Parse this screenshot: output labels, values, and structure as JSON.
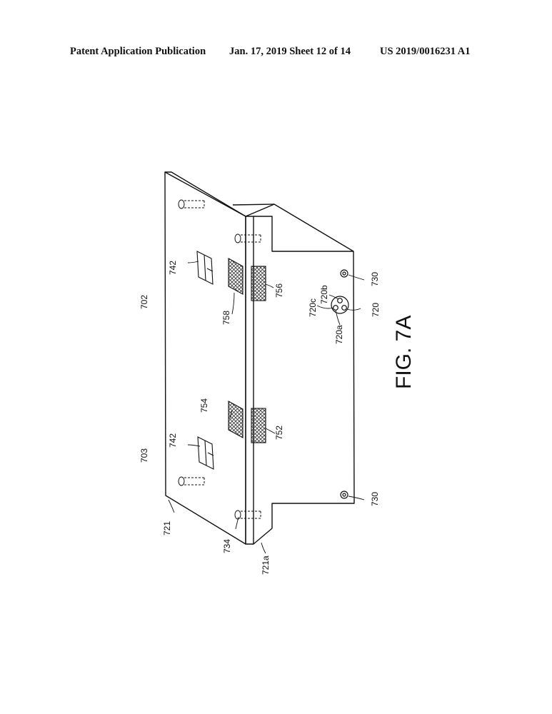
{
  "header": {
    "publication": "Patent Application Publication",
    "date_sheet": "Jan. 17, 2019  Sheet 12 of 14",
    "pub_number": "US 2019/0016231 A1"
  },
  "figure": {
    "caption": "FIG. 7A",
    "labels": {
      "ref_702": "702",
      "ref_703": "703",
      "ref_742_upper": "742",
      "ref_742_lower": "742",
      "ref_758": "758",
      "ref_756": "756",
      "ref_754": "754",
      "ref_752": "752",
      "ref_720": "720",
      "ref_720a": "720a",
      "ref_720b": "720b",
      "ref_720c": "720c",
      "ref_730_upper": "730",
      "ref_730_lower": "730",
      "ref_721": "721",
      "ref_721a": "721a",
      "ref_734": "734"
    }
  }
}
